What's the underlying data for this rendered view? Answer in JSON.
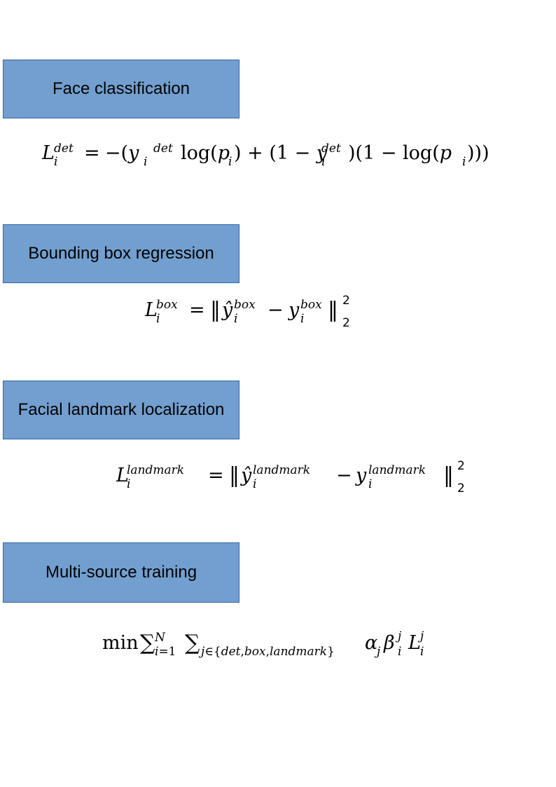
{
  "sections": [
    {
      "label": "Face classification",
      "formula_text": "L_i^{det} = −(y_i^{det} log(p_i) + (1 − y_i^{det})(1 − log(p_i)))"
    },
    {
      "label": "Bounding box regression",
      "formula_text": "L_i^{box} = ‖ŷ_i^{box} − y_i^{box}‖_2^2"
    },
    {
      "label": "Facial landmark localization",
      "formula_text": "L_i^{landmark} = ‖ŷ_i^{landmark} − y_i^{landmark}‖_2^2"
    },
    {
      "label": "Multi-source training",
      "formula_text": "min ∑_{i=1}^{N} ∑_{j∈{det,box,landmark}} α_j β_i^j L_i^j"
    }
  ],
  "colors": {
    "box_fill": "#729fcf",
    "box_border": "#3465a4",
    "text": "#000000"
  }
}
